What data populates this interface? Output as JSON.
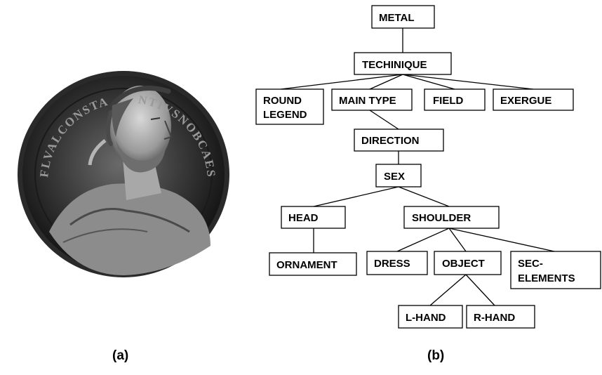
{
  "panels": {
    "a_label": "(a)",
    "b_label": "(b)"
  },
  "coin": {
    "legend_left": "FLVALCONSTA",
    "legend_right": "NTIVSNOBCAES"
  },
  "tree": {
    "metal": "METAL",
    "technique": "TECHINIQUE",
    "round_legend": [
      "ROUND",
      "LEGEND"
    ],
    "main_type": "MAIN TYPE",
    "field": "FIELD",
    "exergue": "EXERGUE",
    "direction": "DIRECTION",
    "sex": "SEX",
    "head": "HEAD",
    "shoulder": "SHOULDER",
    "ornament": "ORNAMENT",
    "dress": "DRESS",
    "object": "OBJECT",
    "sec_elements": [
      "SEC-",
      "ELEMENTS"
    ],
    "l_hand": "L-HAND",
    "r_hand": "R-HAND"
  }
}
